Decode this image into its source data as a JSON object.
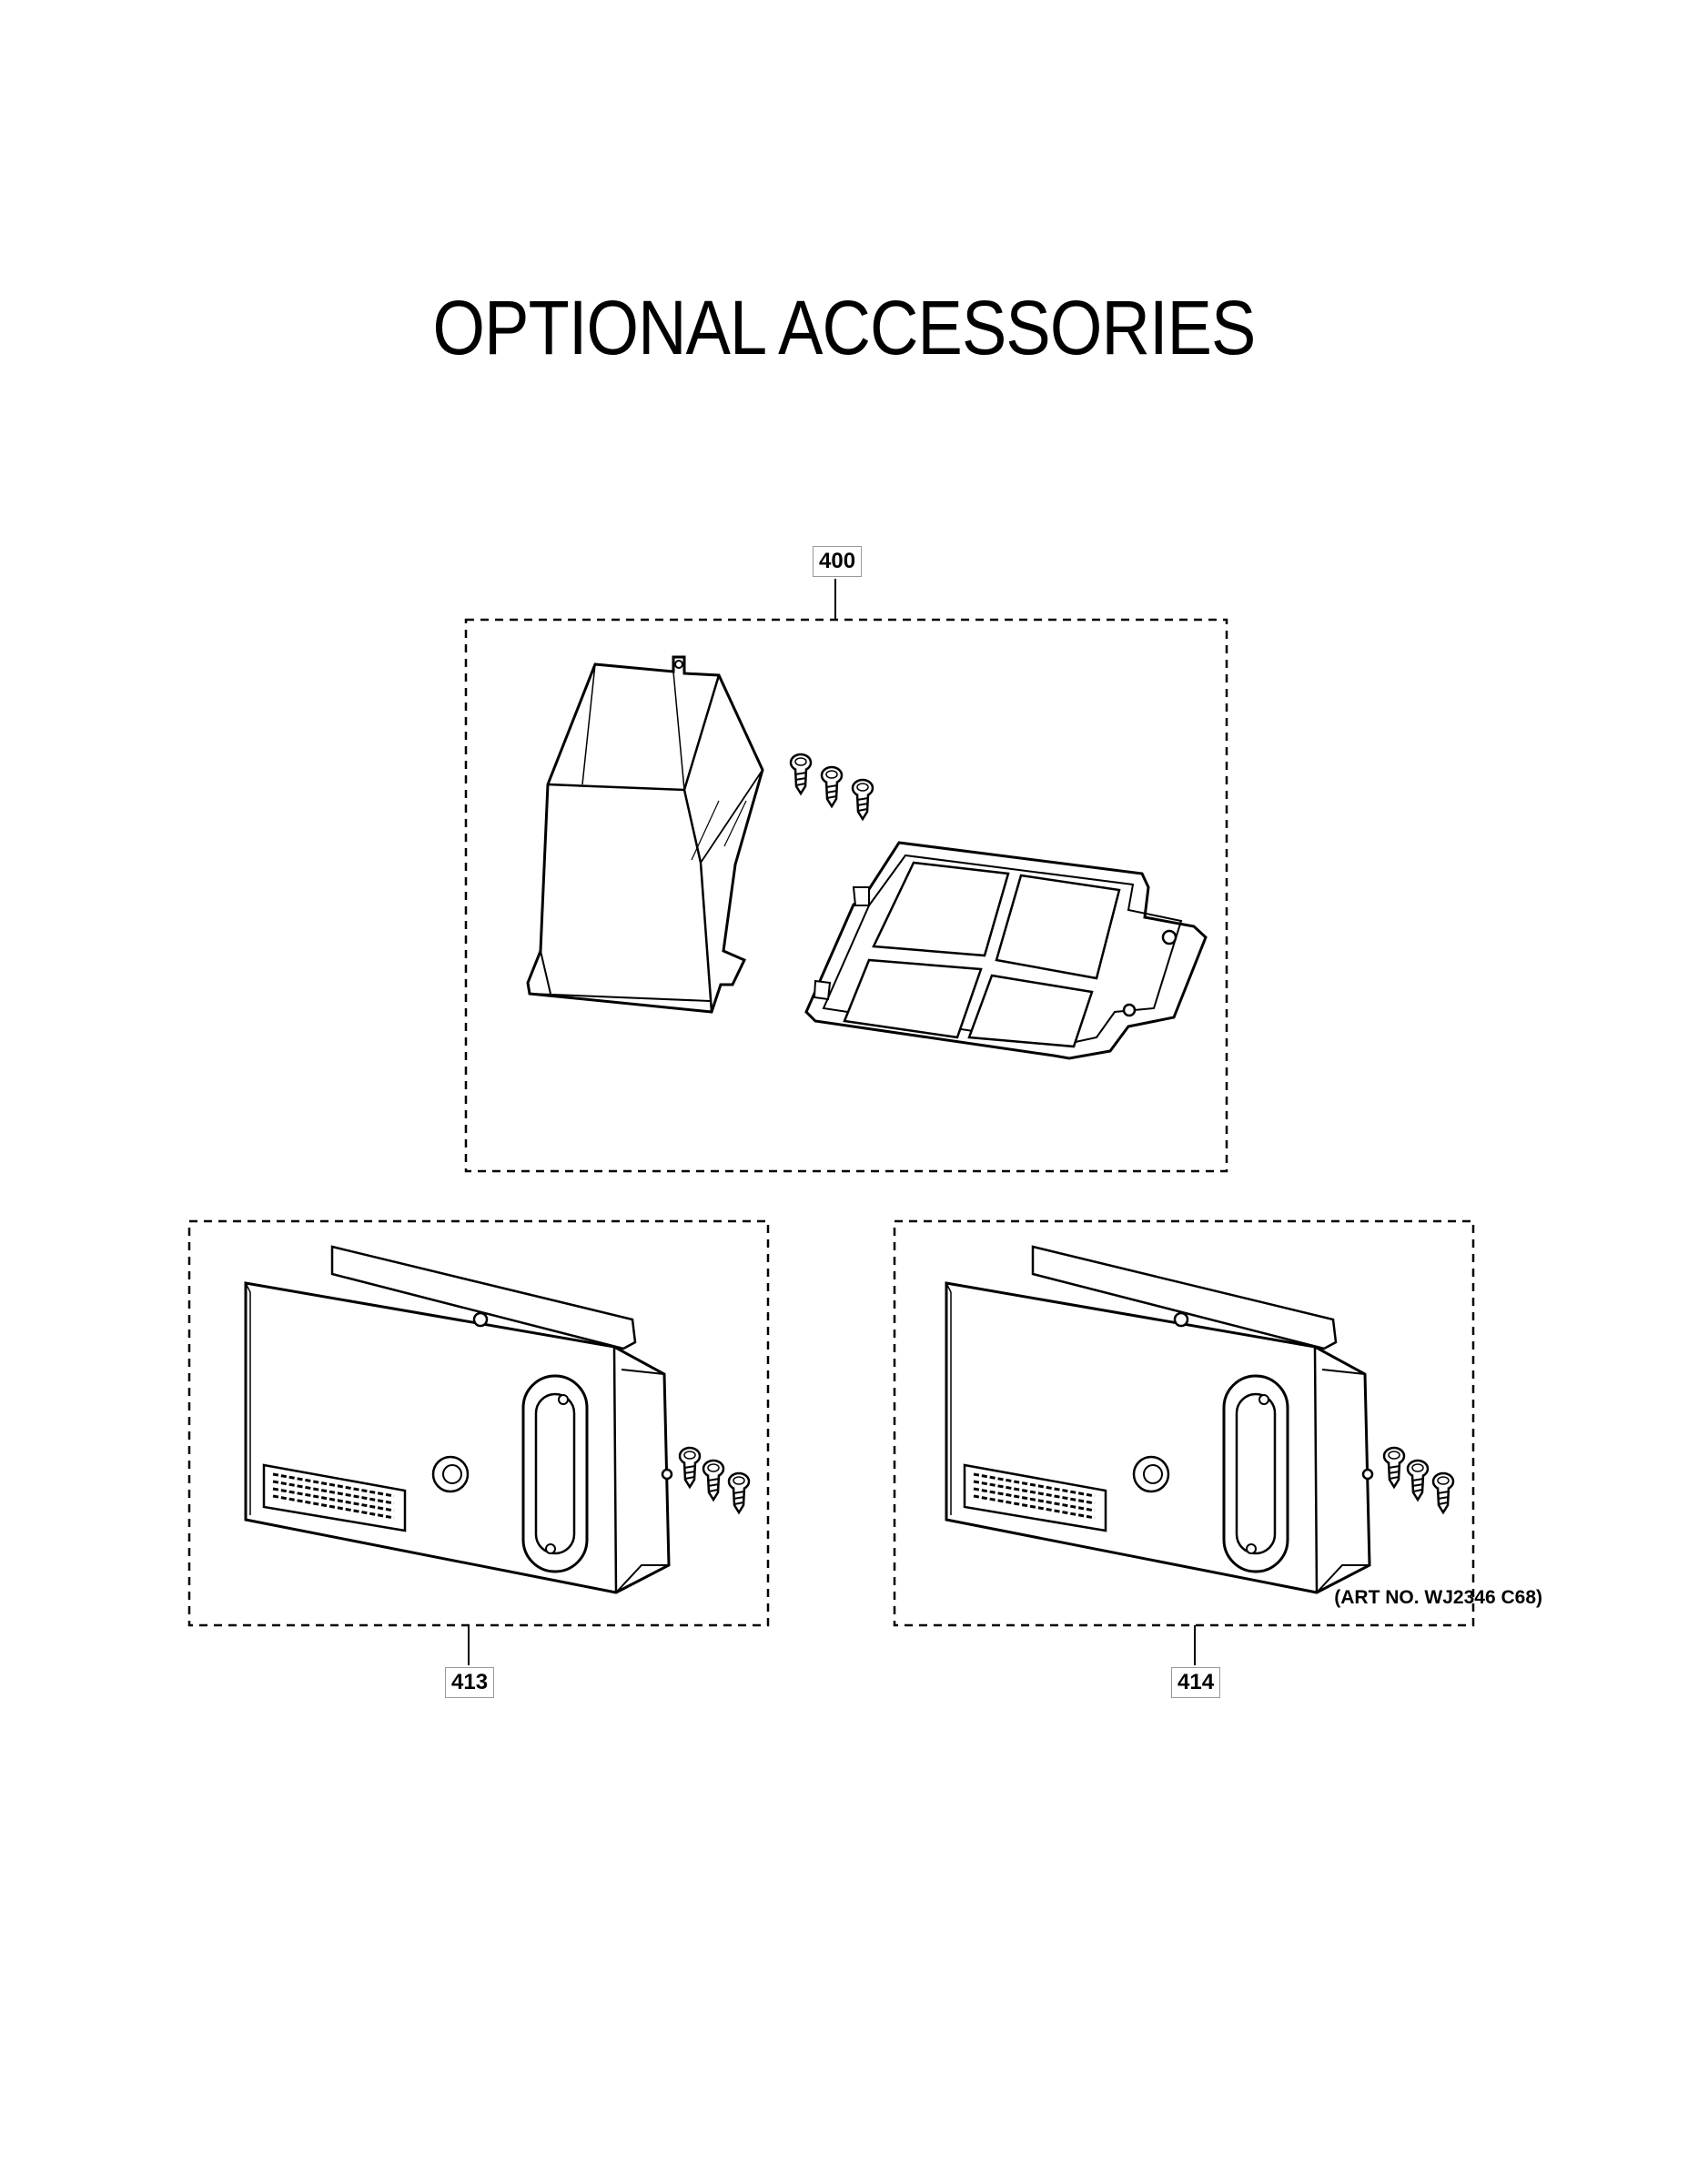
{
  "page": {
    "title": "OPTIONAL ACCESSORIES",
    "art_number": "(ART NO. WJ2346 C68)"
  },
  "parts": [
    {
      "callout": "400",
      "description_icon": "duct-and-filter-kit-icon"
    },
    {
      "callout": "413",
      "description_icon": "vent-box-icon"
    },
    {
      "callout": "414",
      "description_icon": "vent-box-icon"
    }
  ]
}
